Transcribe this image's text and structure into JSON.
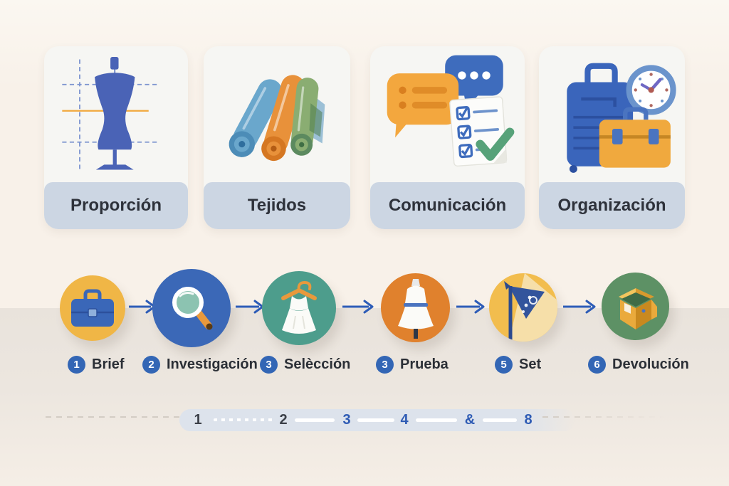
{
  "cards": [
    {
      "label": "Proporción",
      "icon": "mannequin-proportions-icon"
    },
    {
      "label": "Tejidos",
      "icon": "fabric-rolls-icon"
    },
    {
      "label": "Comunicación",
      "icon": "chat-bubbles-checklist-icon"
    },
    {
      "label": "Organización",
      "icon": "luggage-clock-icon"
    }
  ],
  "process_steps": [
    {
      "number": "1",
      "label": "Brief",
      "icon": "briefcase-icon",
      "circle_color": "#f0b646"
    },
    {
      "number": "2",
      "label": "Investigación",
      "icon": "magnifier-icon",
      "circle_color": "#3b68b7"
    },
    {
      "number": "3",
      "label": "Selècción",
      "icon": "dress-hanger-icon",
      "circle_color": "#4d9d8c"
    },
    {
      "number": "3",
      "label": "Prueba",
      "icon": "dress-mannequin-icon",
      "circle_color": "#e0812d"
    },
    {
      "number": "5",
      "label": "Set",
      "icon": "spotlight-icon",
      "circle_color": "#f2bd4e"
    },
    {
      "number": "6",
      "label": "Devolución",
      "icon": "open-box-icon",
      "circle_color": "#5d9165"
    }
  ],
  "timeline": {
    "ticks": [
      {
        "value": "1",
        "color": "#3c4048"
      },
      {
        "value": "2",
        "color": "#3c4048"
      },
      {
        "value": "3",
        "color": "#2e5bb4"
      },
      {
        "value": "4",
        "color": "#2e5bb4"
      },
      {
        "value": "&",
        "color": "#2e5bb4"
      },
      {
        "value": "8",
        "color": "#2e5bb4"
      }
    ]
  },
  "palette": {
    "background_top": "#f8f1e9",
    "background_bottom": "#ece6df",
    "card_body": "#f6f6f3",
    "card_label_bar": "#ccd6e3",
    "text_dark": "#2e323b",
    "accent_blue": "#3b68b7",
    "arrow_blue": "#2d5cb7",
    "badge_blue": "#3366b5",
    "timeline_pill": "#dde3ec"
  }
}
